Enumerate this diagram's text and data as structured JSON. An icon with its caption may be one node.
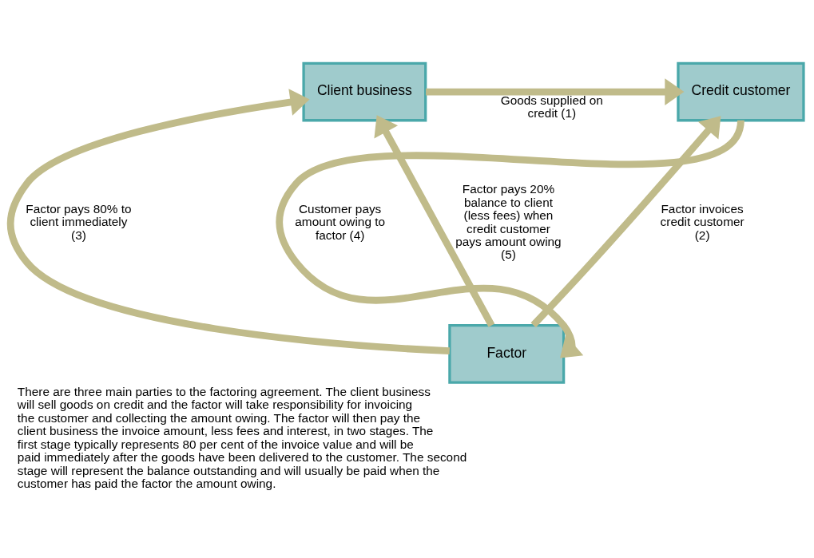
{
  "diagram": {
    "caption": "There are three main parties to the factoring agreement. The client business will sell goods on credit and the factor will take responsibility for invoicing the customer and collecting the amount owing. The factor will then pay the client business the invoice amount, less fees and interest, in two stages. The first stage typically represents 80 per cent of the invoice value and will be paid immediately after the goods have been delivered to the customer. The second stage will represent the balance outstanding and will usually be paid when the customer has paid the factor the amount owing.",
    "nodes": [
      {
        "text": [
          "Client business"
        ]
      },
      {
        "text": [
          "Credit customer"
        ]
      },
      {
        "text": [
          "Factor"
        ]
      }
    ],
    "edges": [
      {
        "from": 0,
        "to": 1,
        "arrow": "to",
        "label": "Goods supplied on credit (1)"
      },
      {
        "from": 2,
        "to": 1,
        "arrow": "to",
        "label": "Factor invoices credit customer (2)"
      },
      {
        "from": 2,
        "to": 0,
        "arrow": "to",
        "label": "Factor pays 80% to client immediately (3)"
      },
      {
        "from": 1,
        "to": 2,
        "arrow": "to",
        "label": "Customer pays amount owing to factor (4)"
      },
      {
        "from": 2,
        "to": 0,
        "arrow": "to",
        "label": "Factor pays 20% balance to client (less fees) when credit customer pays amount owing (5)"
      }
    ]
  }
}
